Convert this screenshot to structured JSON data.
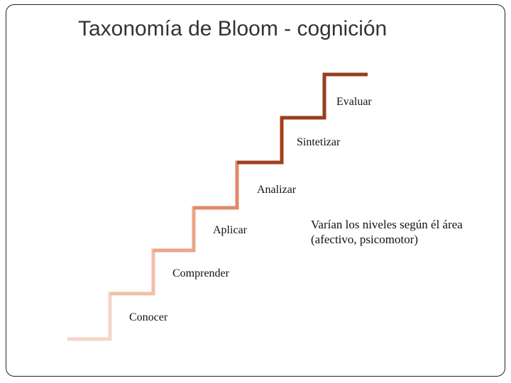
{
  "title": "Taxonomía de Bloom - cognición",
  "steps": [
    {
      "label": "Conocer",
      "color": "#f3d5c8"
    },
    {
      "label": "Comprender",
      "color": "#f0bfa8"
    },
    {
      "label": "Aplicar",
      "color": "#e9a487"
    },
    {
      "label": "Analizar",
      "color": "#e2886a"
    },
    {
      "label": "Sintetizar",
      "color": "#a2411c"
    },
    {
      "label": "Evaluar",
      "color": "#963f1b"
    }
  ],
  "note": "Varían los niveles según él área (afectivo, psicomotor)"
}
